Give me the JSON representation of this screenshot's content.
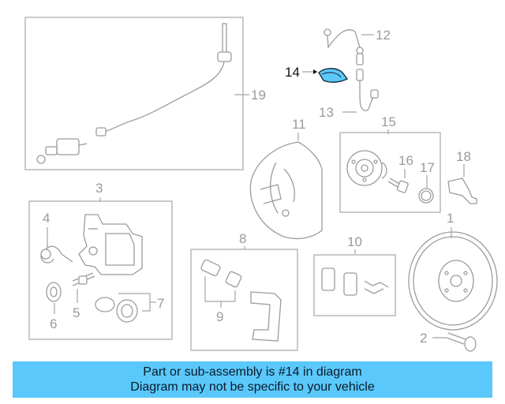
{
  "diagram": {
    "callouts": [
      "1",
      "2",
      "3",
      "4",
      "5",
      "6",
      "7",
      "8",
      "9",
      "10",
      "11",
      "12",
      "13",
      "14",
      "15",
      "16",
      "17",
      "18",
      "19"
    ],
    "highlighted_callout": "14",
    "highlight_color": "#5ac8fa",
    "line_color": "#9c9c9c"
  },
  "banner": {
    "line1": "Part or sub-assembly is #14 in diagram",
    "line2": "Diagram may not be specific to your vehicle",
    "background": "#5ac8fa"
  }
}
